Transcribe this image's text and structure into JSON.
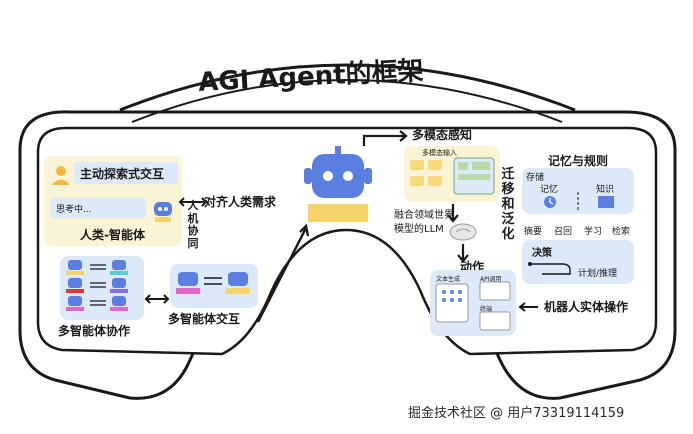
{
  "title": "AGI Agent的框架",
  "left": {
    "human_panel": {
      "proactive_label": "主动探索式交互",
      "thinking_text": "思考中...",
      "caption": "人类-智能体"
    },
    "human_machine_vertical": "人机协同",
    "align_label": "对齐人类需求",
    "multi_agent_collab": "多智能体协作",
    "multi_agent_interact": "多智能体交互"
  },
  "center": {
    "perception_label": "多模态感知",
    "perception_card_header": "多模态输入",
    "world_model_label": "融合领域世界模型的LLM",
    "action_label": "动作",
    "action_items": [
      "文本生成",
      "API调用",
      "终端"
    ]
  },
  "right": {
    "transfer_vertical": "迁移和泛化",
    "memory_title": "记忆与规则",
    "storage_label": "存储",
    "memory_label": "记忆",
    "knowledge_label": "知识",
    "memory_actions": [
      "摘要",
      "召回",
      "学习",
      "检索"
    ],
    "decision_label": "决策",
    "planning_label": "计划/推理",
    "robot_label": "机器人实体操作"
  },
  "watermark": "掘金技术社区 @ 用户7331911415​9",
  "colors": {
    "outline": "#1a1a1a",
    "panel_blue": "#dce9f8",
    "panel_yellow": "#fbf3d5",
    "robot_blue": "#5b7fe0",
    "robot_yellow": "#f5d36a",
    "accent_orange": "#f6b73c"
  }
}
